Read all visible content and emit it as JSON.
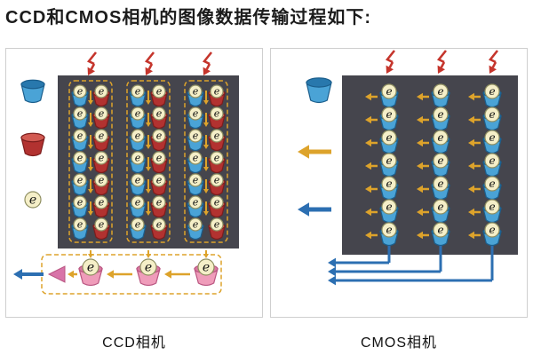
{
  "title": "CCD和CMOS相机的图像数据传输过程如下:",
  "electron_label": "e",
  "colors": {
    "sensor_bg": "#45454d",
    "blue_body": "#4aa3d6",
    "blue_open": "#2878ad",
    "blue_stroke": "#1b5e8c",
    "red_body": "#b23230",
    "red_open": "#d25a52",
    "red_stroke": "#7c1d1c",
    "pink_body": "#ef9cba",
    "pink_open": "#d977a0",
    "pink_stroke": "#b95580",
    "electron_fill": "#f5efc8",
    "electron_stroke": "#8f8f62",
    "arrow_yellow": "#dda32b",
    "arrow_blue": "#2c6fb2",
    "lightning": "#c5352c",
    "dashed_box": "#dda32b",
    "amplifier": "#d873a8",
    "panel_border": "#cfcfcf",
    "text": "#1c1c1c"
  },
  "ccd": {
    "caption": "CCD相机",
    "columns": 3,
    "rows": 7,
    "legend": [
      "photon-well-blue",
      "charge-well-red",
      "electron"
    ]
  },
  "cmos": {
    "caption": "CMOS相机",
    "columns": 3,
    "rows": 7,
    "legend": [
      "photon-well-blue",
      "row-readout-arrow",
      "column-bus-arrow"
    ]
  }
}
